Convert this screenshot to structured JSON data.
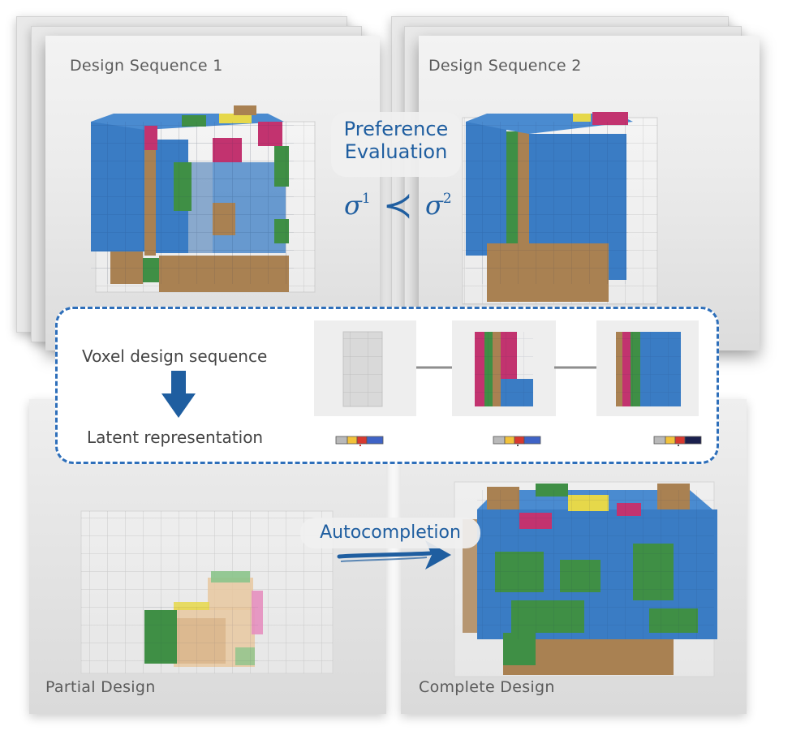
{
  "sequence_panels": {
    "panel1_label": "Design Sequence 1",
    "panel2_label": "Design Sequence 2"
  },
  "preference": {
    "label_line1": "Preference",
    "label_line2": "Evaluation",
    "sigma_left": "σ",
    "sigma_left_sup": "1",
    "relation": "≺",
    "sigma_right": "σ",
    "sigma_right_sup": "2"
  },
  "latent_box": {
    "top_text": "Voxel design sequence",
    "bottom_text": "Latent representation"
  },
  "bottom_panels": {
    "partial_label": "Partial Design",
    "complete_label": "Complete Design",
    "autocompletion_label": "Autocompletion"
  },
  "colors": {
    "accent_blue": "#1f5ea0",
    "dashed_border": "#2e6fba",
    "voxel_blue": "#3a7cc4",
    "voxel_green": "#3f8f45",
    "voxel_brown": "#a98152",
    "voxel_magenta": "#c2336f",
    "voxel_yellow": "#e6d84a",
    "latent_gray": "#b9b9b9",
    "latent_yellow": "#f2c23a",
    "latent_red": "#d8392f",
    "latent_blue": "#3f63c6",
    "latent_navy": "#1a1f4d"
  },
  "icons": [
    "arrow-right-icon",
    "arrow-down-icon",
    "brush-arrow-icon"
  ]
}
